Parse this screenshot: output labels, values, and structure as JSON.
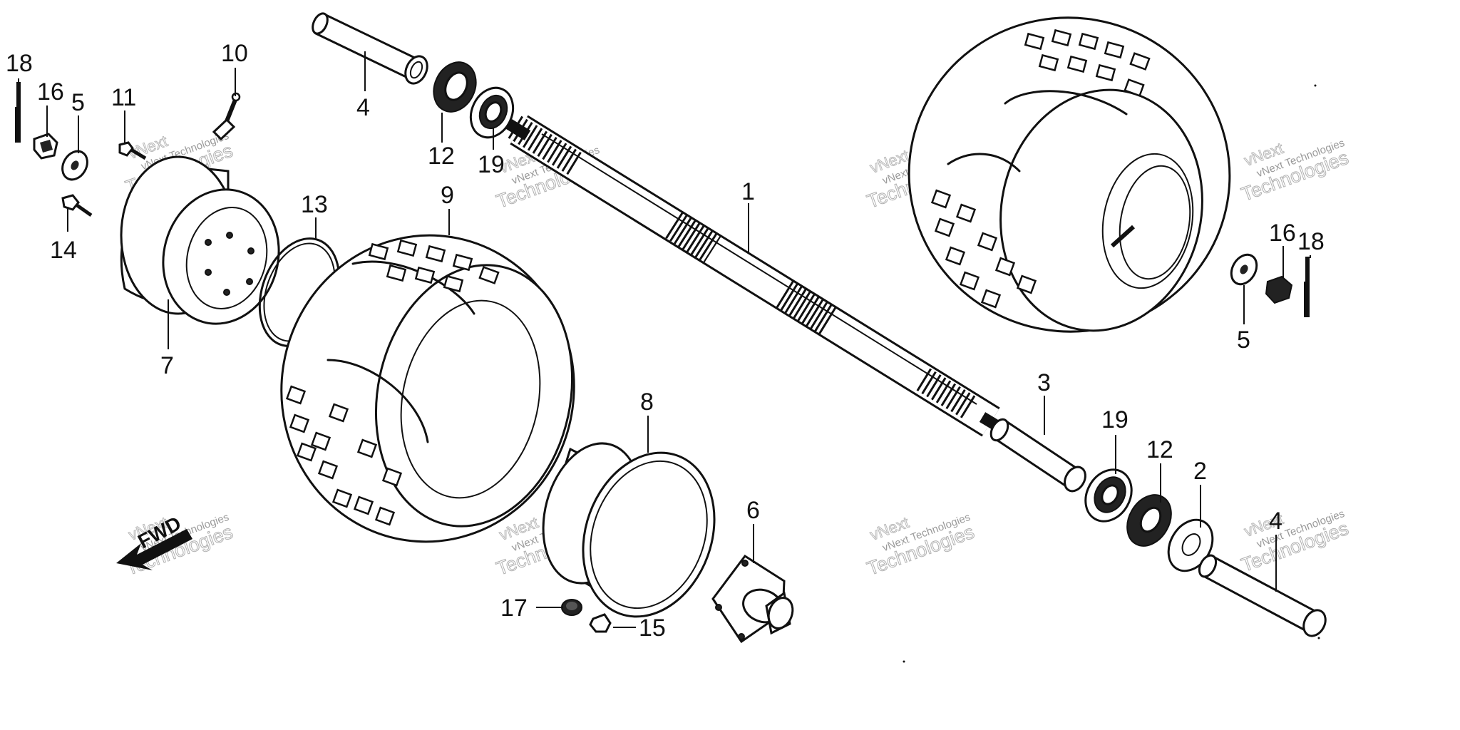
{
  "diagram": {
    "callouts": [
      {
        "id": "c-1",
        "text": "1"
      },
      {
        "id": "c-2",
        "text": "2"
      },
      {
        "id": "c-3",
        "text": "3"
      },
      {
        "id": "c-4a",
        "text": "4"
      },
      {
        "id": "c-4b",
        "text": "4"
      },
      {
        "id": "c-5a",
        "text": "5"
      },
      {
        "id": "c-5b",
        "text": "5"
      },
      {
        "id": "c-6",
        "text": "6"
      },
      {
        "id": "c-7",
        "text": "7"
      },
      {
        "id": "c-8",
        "text": "8"
      },
      {
        "id": "c-9",
        "text": "9"
      },
      {
        "id": "c-10",
        "text": "10"
      },
      {
        "id": "c-11",
        "text": "11"
      },
      {
        "id": "c-12a",
        "text": "12"
      },
      {
        "id": "c-12b",
        "text": "12"
      },
      {
        "id": "c-13",
        "text": "13"
      },
      {
        "id": "c-14",
        "text": "14"
      },
      {
        "id": "c-15",
        "text": "15"
      },
      {
        "id": "c-16a",
        "text": "16"
      },
      {
        "id": "c-16b",
        "text": "16"
      },
      {
        "id": "c-17",
        "text": "17"
      },
      {
        "id": "c-18a",
        "text": "18"
      },
      {
        "id": "c-18b",
        "text": "18"
      },
      {
        "id": "c-19a",
        "text": "19"
      },
      {
        "id": "c-19b",
        "text": "19"
      }
    ],
    "direction_label": "FWD",
    "watermark": {
      "company": "vNext Technologies",
      "word1": "vNext",
      "word2": "Technologies"
    }
  }
}
